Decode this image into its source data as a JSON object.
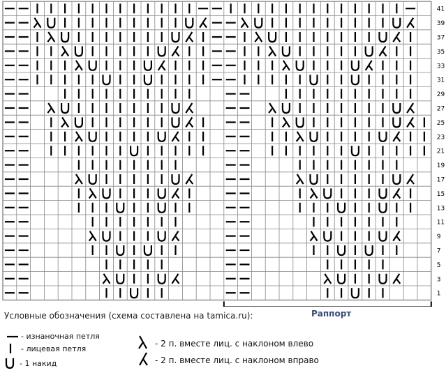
{
  "chart": {
    "rows": 21,
    "cols": 31,
    "row_numbers": [
      "41",
      "39",
      "37",
      "35",
      "33",
      "31",
      "29",
      "27",
      "25",
      "23",
      "21",
      "19",
      "17",
      "15",
      "13",
      "11",
      "9",
      "7",
      "5",
      "3",
      "1"
    ],
    "grid": [
      "--I|||||||||||--I||||||||||||-",
      "--LUI||||||||UY--LUI||||||||UY",
      "--ILU|||||||UYI--ILU|||||||UYI",
      "--|ILU|||||UYI|--|ILU|||||UYI|",
      "--|IILU|||UYII|--|IILU|||UYII|",
      "--|I|||UI|U|I||--|I|||UI|U|I||",
      "--  I|I||I|I|I  --  I|I||I|I|I",
      "-- LUI||||||UY  -- LUI||||||UY",
      "-- ILUI|||||UYI -- ILUI|||||UYI",
      "-- IILUI|||UYII -- IILUI|||UYII",
      "-- IIII|IUIIIII -- IIII|IUIIIII",
      "--   I|I||I|I   --   I|I||I|I ",
      "--   LUI||||UY  --   LUI||||UY",
      "--   ILU|||UYI  --   ILU|||UYI",
      "--   I|IUI|UII  --   I|IUI|UII",
      "--    I|I||I|   --    I|I||I| ",
      "--    LUI||UY   --    LUI||UY ",
      "--    IIUIUII   --    IIUIUII ",
      "--     I||I|    --     I||I|  ",
      "--     LUI|UY   --     LUI|UY ",
      "--     I|UI|    --     I|UI|  "
    ],
    "rapport_label": "Раппорт"
  },
  "legend": {
    "title": "Условные обозначения (схема составлена на tamica.ru):",
    "items": [
      {
        "symbol": "purl",
        "text": "- изнаночная петля"
      },
      {
        "symbol": "knit",
        "text": "- лицевая петля"
      },
      {
        "symbol": "yarnover",
        "text": "- 1 накид"
      },
      {
        "symbol": "k2tog-left",
        "text": "- 2 п. вместе лиц. с наклоном влево"
      },
      {
        "symbol": "k2tog-right",
        "text": "- 2 п. вместе лиц. с наклоном вправо"
      }
    ]
  }
}
